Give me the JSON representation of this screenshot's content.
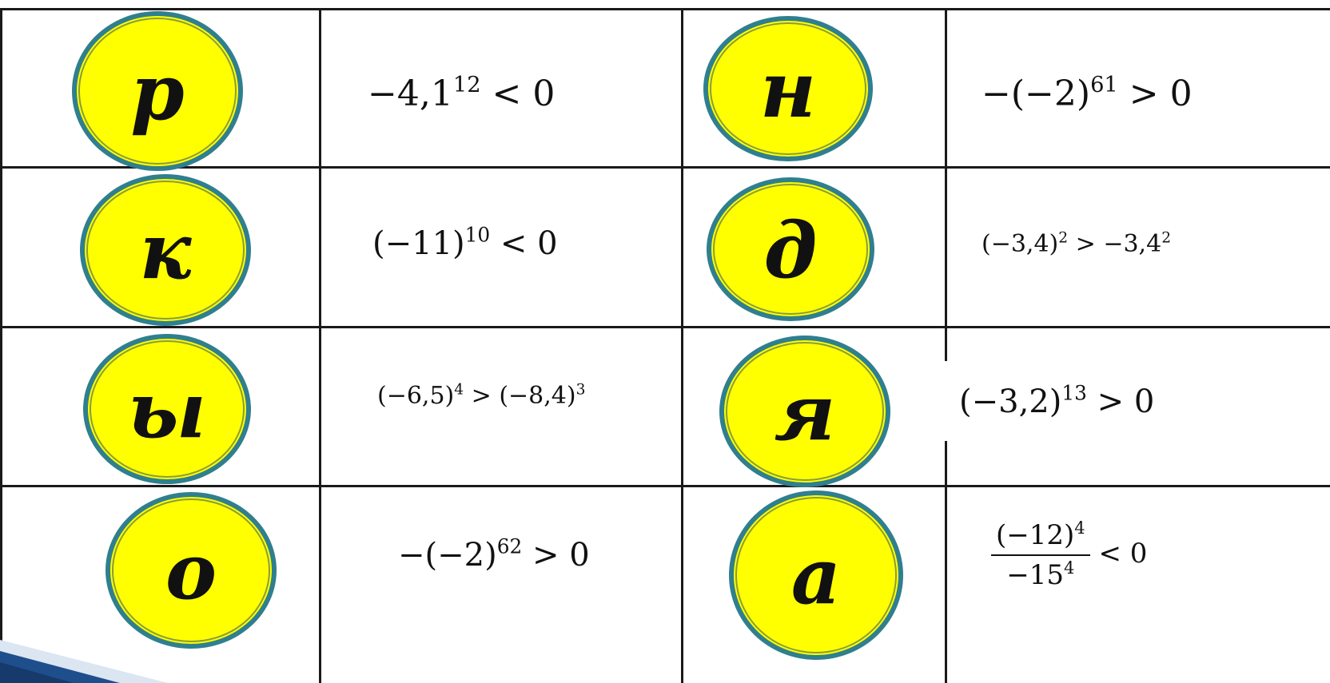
{
  "rows": [
    {
      "left": {
        "letter": "р",
        "base": "−4,1",
        "exp": "12",
        "rel": "< 0"
      },
      "right": {
        "letter": "н",
        "base": "−(−2)",
        "exp": "61",
        "rel": "> 0"
      }
    },
    {
      "left": {
        "letter": "к",
        "base": "(−11)",
        "exp": "10",
        "rel": "< 0"
      },
      "right": {
        "letter": "д",
        "base": "(−3,4)",
        "exp": "2",
        "rel": "> −3,4",
        "exp2": "2"
      }
    },
    {
      "left": {
        "letter": "ы",
        "base": "(−6,5)",
        "exp": "4",
        "rel": "> (−8,4)",
        "exp2": "3"
      },
      "right": {
        "letter": "я",
        "base": "(−3,2)",
        "exp": "13",
        "rel": "> 0"
      }
    },
    {
      "left": {
        "letter": "о",
        "base": "−(−2)",
        "exp": "62",
        "rel": "> 0"
      },
      "right": {
        "letter": "а",
        "num_base": "(−12)",
        "num_exp": "4",
        "den_base": "−15",
        "den_exp": "4",
        "rel": "< 0"
      }
    }
  ],
  "colors": {
    "badge_fill": "#ffff00",
    "badge_ring": "#2f7f8f",
    "grid": "#1a1a1a",
    "decor": "#1f4e8c"
  }
}
